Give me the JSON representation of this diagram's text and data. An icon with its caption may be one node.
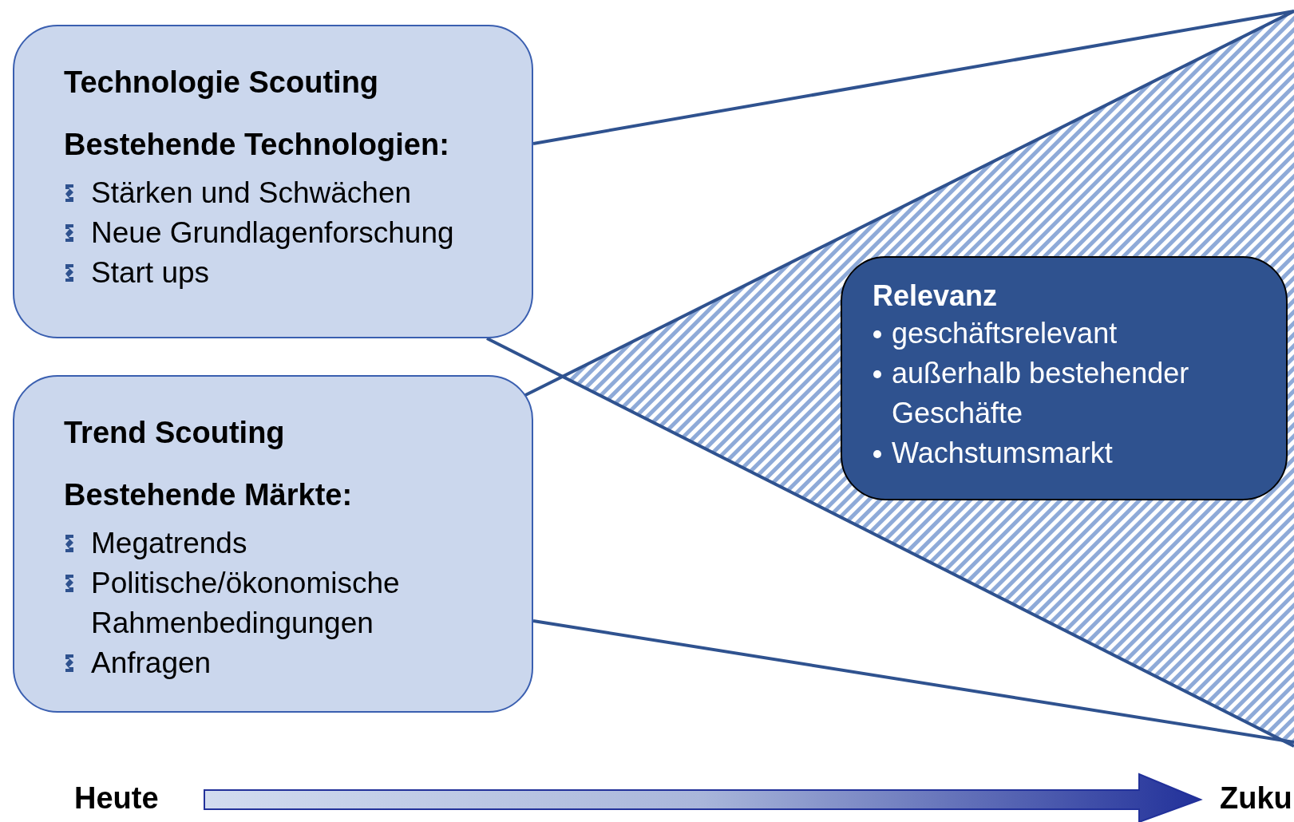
{
  "diagram": {
    "nodes": [
      {
        "text": [
          "Technologie Scouting",
          "Bestehende Technologien:",
          "Stärken und Schwächen",
          "Neue Grundlagenforschung",
          "Start ups"
        ]
      },
      {
        "text": [
          "Trend Scouting",
          "Bestehende Märkte:",
          "Megatrends",
          "Politische/ökonomische Rahmenbedingungen",
          "Anfragen"
        ]
      },
      {
        "text": [
          "Relevanz",
          "geschäftsrelevant",
          "außerhalb bestehender Geschäfte",
          "Wachstumsmarkt"
        ]
      }
    ],
    "edges": [
      {
        "from": 0,
        "to": null,
        "arrow": "none"
      },
      {
        "from": 0,
        "to": null,
        "arrow": "none"
      },
      {
        "from": 1,
        "to": null,
        "arrow": "none"
      },
      {
        "from": 1,
        "to": null,
        "arrow": "none"
      }
    ],
    "labels": [
      "Heute",
      "Zuku"
    ]
  }
}
